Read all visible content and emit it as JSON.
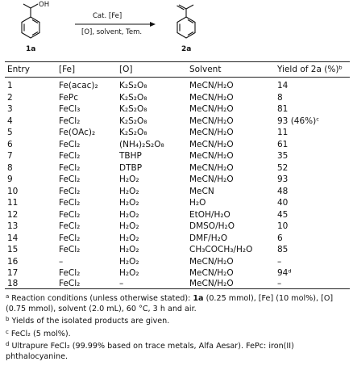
{
  "scheme": {
    "reactant_label": "1a",
    "product_label": "2a",
    "reactant_group": "OH",
    "arrow_top": "Cat. [Fe]",
    "arrow_bottom": "[O], solvent, Tem."
  },
  "table": {
    "headers": {
      "entry": "Entry",
      "fe": "[Fe]",
      "o": "[O]",
      "solvent": "Solvent",
      "yield": "Yield of 2a (%)ᵇ"
    },
    "rows": [
      {
        "entry": "1",
        "fe": "Fe(acac)₂",
        "o": "K₂S₂O₈",
        "solvent": "MeCN/H₂O",
        "yield": "14"
      },
      {
        "entry": "2",
        "fe": "FePc",
        "o": "K₂S₂O₈",
        "solvent": "MeCN/H₂O",
        "yield": "8"
      },
      {
        "entry": "3",
        "fe": "FeCl₃",
        "o": "K₂S₂O₈",
        "solvent": "MeCN/H₂O",
        "yield": "81"
      },
      {
        "entry": "4",
        "fe": "FeCl₂",
        "o": "K₂S₂O₈",
        "solvent": "MeCN/H₂O",
        "yield": "93 (46%)ᶜ"
      },
      {
        "entry": "5",
        "fe": "Fe(OAc)₂",
        "o": "K₂S₂O₈",
        "solvent": "MeCN/H₂O",
        "yield": "11"
      },
      {
        "entry": "6",
        "fe": "FeCl₂",
        "o": "(NH₄)₂S₂O₈",
        "solvent": "MeCN/H₂O",
        "yield": "61"
      },
      {
        "entry": "7",
        "fe": "FeCl₂",
        "o": "TBHP",
        "solvent": "MeCN/H₂O",
        "yield": "35"
      },
      {
        "entry": "8",
        "fe": "FeCl₂",
        "o": "DTBP",
        "solvent": "MeCN/H₂O",
        "yield": "52"
      },
      {
        "entry": "9",
        "fe": "FeCl₂",
        "o": "H₂O₂",
        "solvent": "MeCN/H₂O",
        "yield": "93"
      },
      {
        "entry": "10",
        "fe": "FeCl₂",
        "o": "H₂O₂",
        "solvent": "MeCN",
        "yield": "48"
      },
      {
        "entry": "11",
        "fe": "FeCl₂",
        "o": "H₂O₂",
        "solvent": "H₂O",
        "yield": "40"
      },
      {
        "entry": "12",
        "fe": "FeCl₂",
        "o": "H₂O₂",
        "solvent": "EtOH/H₂O",
        "yield": "45"
      },
      {
        "entry": "13",
        "fe": "FeCl₂",
        "o": "H₂O₂",
        "solvent": "DMSO/H₂O",
        "yield": "10"
      },
      {
        "entry": "14",
        "fe": "FeCl₂",
        "o": "H₂O₂",
        "solvent": "DMF/H₂O",
        "yield": "6"
      },
      {
        "entry": "15",
        "fe": "FeCl₂",
        "o": "H₂O₂",
        "solvent": "CH₃COCH₃/H₂O",
        "yield": "85"
      },
      {
        "entry": "16",
        "fe": "–",
        "o": "H₂O₂",
        "solvent": "MeCN/H₂O",
        "yield": "–"
      },
      {
        "entry": "17",
        "fe": "FeCl₂",
        "o": "H₂O₂",
        "solvent": "MeCN/H₂O",
        "yield": "94ᵈ"
      },
      {
        "entry": "18",
        "fe": "FeCl₂",
        "o": "–",
        "solvent": "MeCN/H₂O",
        "yield": "–"
      }
    ]
  },
  "footnotes": [
    {
      "mark": "a",
      "text_before": "Reaction conditions (unless otherwise stated): ",
      "bold": "1a",
      "text_after": " (0.25 mmol), [Fe] (10 mol%), [O] (0.75 mmol), solvent (2.0 mL), 60 °C, 3 h and air."
    },
    {
      "mark": "b",
      "text_before": "Yields of the isolated products are given.",
      "bold": "",
      "text_after": ""
    },
    {
      "mark": "c",
      "text_before": "FeCl₂ (5 mol%).",
      "bold": "",
      "text_after": ""
    },
    {
      "mark": "d",
      "text_before": "Ultrapure FeCl₂ (99.99% based on trace metals, Alfa Aesar). FePc: iron(II) phthalocyanine.",
      "bold": "",
      "text_after": ""
    }
  ]
}
